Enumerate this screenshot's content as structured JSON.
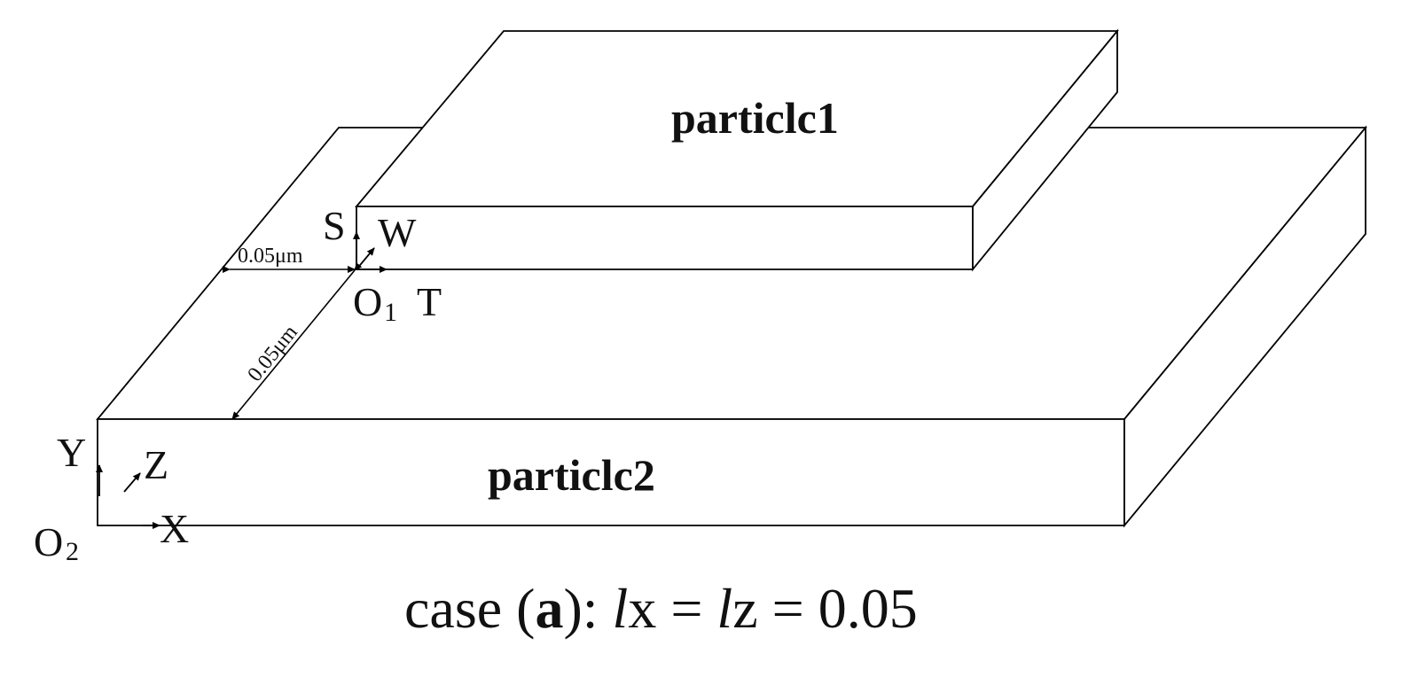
{
  "particles": {
    "top": "particlc1",
    "bottom": "particlc2"
  },
  "axes_local": {
    "vertical": "S",
    "depth": "W",
    "horizontal": "T",
    "origin_letter": "O",
    "origin_sub": "1"
  },
  "axes_global": {
    "vertical": "Y",
    "depth": "Z",
    "horizontal": "X",
    "origin_letter": "O",
    "origin_sub": "2"
  },
  "dimensions": {
    "offset_x": "0.05μm",
    "offset_z": "0.05μm"
  },
  "caption": {
    "prefix": "case (",
    "case_letter": "a",
    "mid": "): ",
    "l1": "l",
    "x": "x = ",
    "l2": "l",
    "z": "z = 0.05"
  }
}
